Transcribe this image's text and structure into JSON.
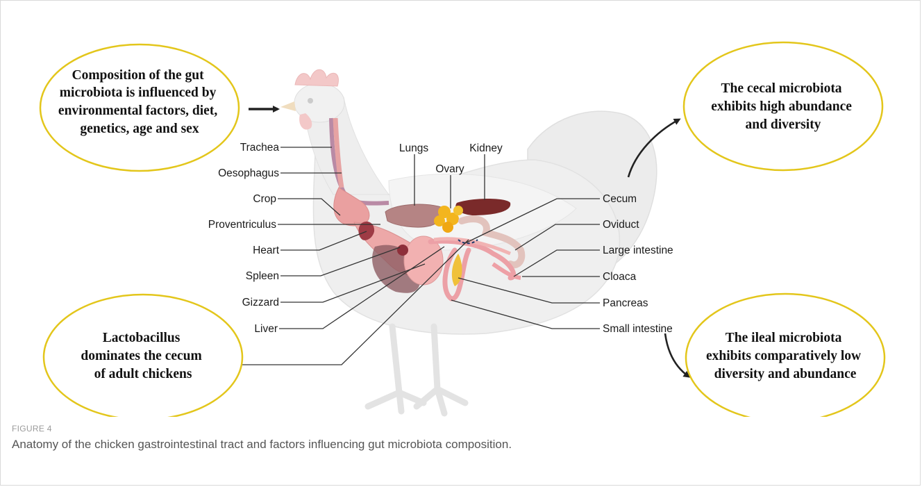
{
  "bubbles": {
    "top_left": [
      "Composition of the gut",
      "microbiota is influenced by",
      "environmental factors, diet,",
      "genetics, age and sex"
    ],
    "top_right": [
      "The cecal microbiota",
      "exhibits high abundance",
      "and diversity"
    ],
    "bottom_left": [
      "Lactobacillus",
      "dominates the cecum",
      "of adult chickens"
    ],
    "bottom_right": [
      "The ileal microbiota",
      "exhibits comparatively low",
      "diversity and abundance"
    ]
  },
  "labels": {
    "trachea": "Trachea",
    "oesophagus": "Oesophagus",
    "crop": "Crop",
    "proventriculus": "Proventriculus",
    "heart": "Heart",
    "spleen": "Spleen",
    "gizzard": "Gizzard",
    "liver": "Liver",
    "lungs": "Lungs",
    "ovary": "Ovary",
    "kidney": "Kidney",
    "cecum": "Cecum",
    "oviduct": "Oviduct",
    "large_intestine": "Large intestine",
    "cloaca": "Cloaca",
    "pancreas": "Pancreas",
    "small_intestine": "Small intestine"
  },
  "caption": {
    "figure_number": "FIGURE 4",
    "text": "Anatomy of the chicken gastrointestinal tract and factors influencing gut microbiota composition."
  },
  "colors": {
    "bubble_border": "#e3c61b",
    "arrow": "#222222"
  }
}
